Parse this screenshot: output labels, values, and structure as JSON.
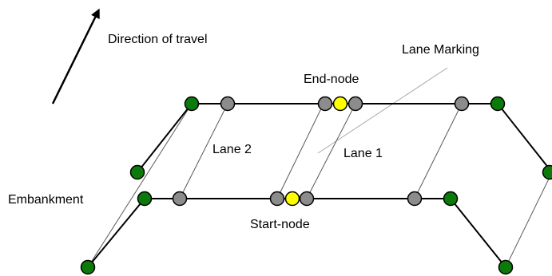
{
  "labels": {
    "direction": "Direction of travel",
    "lane_marking": "Lane Marking",
    "end_node": "End-node",
    "lane_2": "Lane 2",
    "lane_1": "Lane 1",
    "embankment": "Embankment",
    "start_node": "Start-node"
  },
  "colors": {
    "green_node": "#0b7a0b",
    "gray_node": "#8c8c8c",
    "yellow_node": "#ffff00",
    "thick_line": "#000000",
    "thin_line": "#5a5a5a",
    "marking_line": "#a8a8a8"
  },
  "icons": {
    "direction_arrow": "arrow-up-right-icon"
  }
}
